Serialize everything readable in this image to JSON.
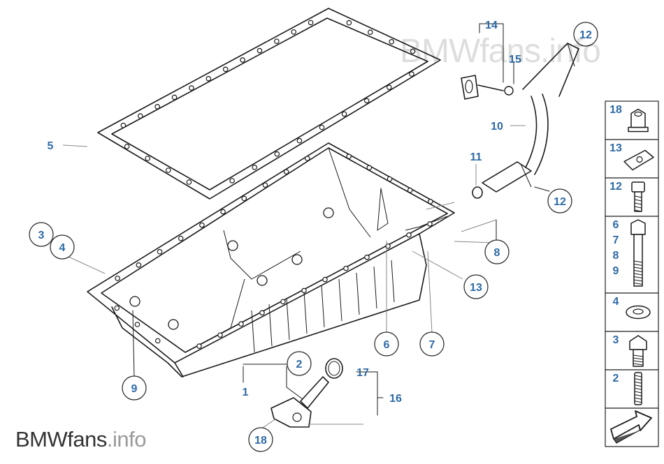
{
  "watermark": {
    "prefix": "BMWfans",
    "suffix": ".info"
  },
  "footer_brand": {
    "prefix": "BMWfans",
    "suffix": ".info"
  },
  "colors": {
    "callout": "#2e6aa6",
    "line": "#1a1a1a",
    "panel_border": "#222222",
    "bg": "#ffffff"
  },
  "callouts": [
    {
      "id": "c5",
      "label": "5",
      "circled": false
    },
    {
      "id": "c3",
      "label": "3",
      "circled": true
    },
    {
      "id": "c4",
      "label": "4",
      "circled": true
    },
    {
      "id": "c14",
      "label": "14",
      "circled": false
    },
    {
      "id": "c15",
      "label": "15",
      "circled": false
    },
    {
      "id": "c12a",
      "label": "12",
      "circled": true
    },
    {
      "id": "c10",
      "label": "10",
      "circled": false
    },
    {
      "id": "c11",
      "label": "11",
      "circled": false
    },
    {
      "id": "c12b",
      "label": "12",
      "circled": true
    },
    {
      "id": "c8",
      "label": "8",
      "circled": true
    },
    {
      "id": "c13",
      "label": "13",
      "circled": true
    },
    {
      "id": "c6",
      "label": "6",
      "circled": true
    },
    {
      "id": "c7",
      "label": "7",
      "circled": true
    },
    {
      "id": "c9",
      "label": "9",
      "circled": true
    },
    {
      "id": "c2",
      "label": "2",
      "circled": true
    },
    {
      "id": "c1",
      "label": "1",
      "circled": false
    },
    {
      "id": "c17",
      "label": "17",
      "circled": false
    },
    {
      "id": "c16",
      "label": "16",
      "circled": false
    },
    {
      "id": "c18",
      "label": "18",
      "circled": true
    }
  ],
  "side_panel": [
    {
      "labels": [
        "18"
      ],
      "icon": "flange-nut-icon"
    },
    {
      "labels": [
        "13"
      ],
      "icon": "clip-nut-icon"
    },
    {
      "labels": [
        "12"
      ],
      "icon": "short-bolt-icon"
    },
    {
      "labels": [
        "6",
        "7",
        "8",
        "9"
      ],
      "icon": "long-bolt-icon"
    },
    {
      "labels": [
        "4"
      ],
      "icon": "washer-icon"
    },
    {
      "labels": [
        "3"
      ],
      "icon": "collar-bolt-icon"
    },
    {
      "labels": [
        "2"
      ],
      "icon": "stud-icon"
    },
    {
      "labels": [],
      "icon": "arrow-icon"
    }
  ]
}
